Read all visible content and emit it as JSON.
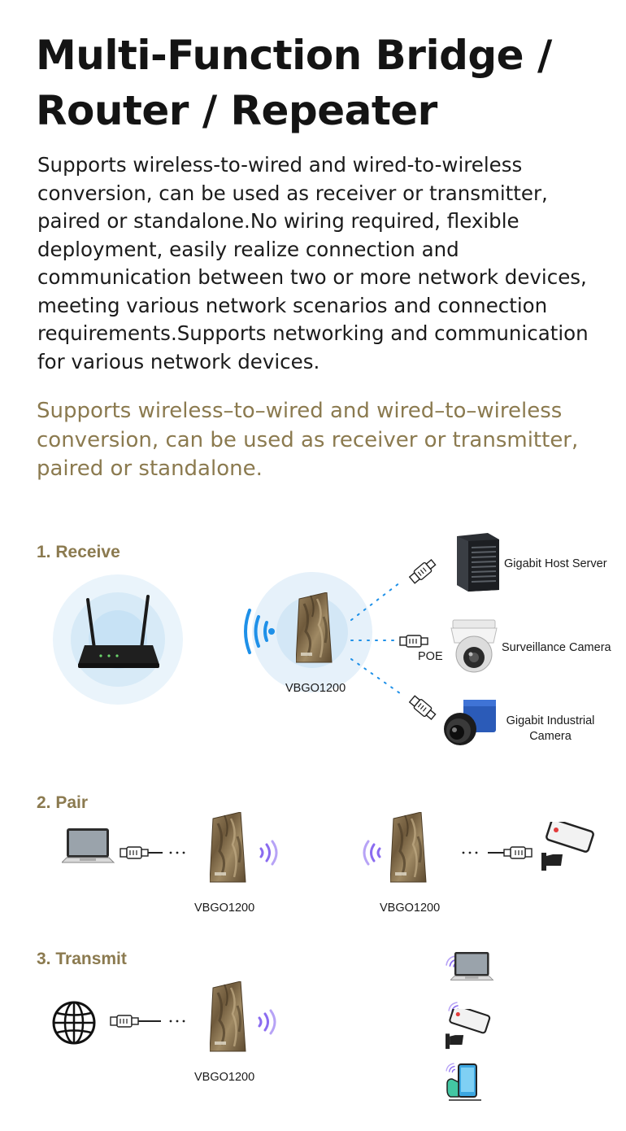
{
  "headline": "Multi-Function Bridge / Router / Repeater",
  "intro": "Supports wireless-to-wired and wired-to-wireless conversion, can be used as receiver or transmitter, paired or standalone.No wiring required, flexible deployment, easily realize connection and communication between two or more network devices, meeting various network scenarios and connection requirements.Supports networking and communication for various network devices.",
  "highlight": "Supports wireless–to–wired and wired–to–wireless conversion, can be used as receiver or transmitter, paired or standalone.",
  "colors": {
    "accent": "#8b7a4f",
    "wave_blue": "#1e90e8",
    "wave_purple": "#8b6cf0",
    "bridge_camo": "#8a7352"
  },
  "sections": {
    "receive": {
      "title": "1. Receive",
      "device_label": "VBGO1200",
      "poe_label": "POE",
      "devices": [
        "Gigabit Host Server",
        "Surveillance Camera",
        "Gigabit Industrial Camera"
      ]
    },
    "pair": {
      "title": "2. Pair",
      "left_device_label": "VBGO1200",
      "right_device_label": "VBGO1200"
    },
    "transmit": {
      "title": "3. Transmit",
      "device_label": "VBGO1200"
    }
  },
  "icons": [
    "wireless-router-icon",
    "bridge-device-icon",
    "ethernet-plug-icon",
    "server-icon",
    "dome-camera-icon",
    "industrial-camera-icon",
    "laptop-icon",
    "security-camera-icon",
    "globe-icon",
    "smartphone-icon",
    "wifi-waves-icon"
  ]
}
